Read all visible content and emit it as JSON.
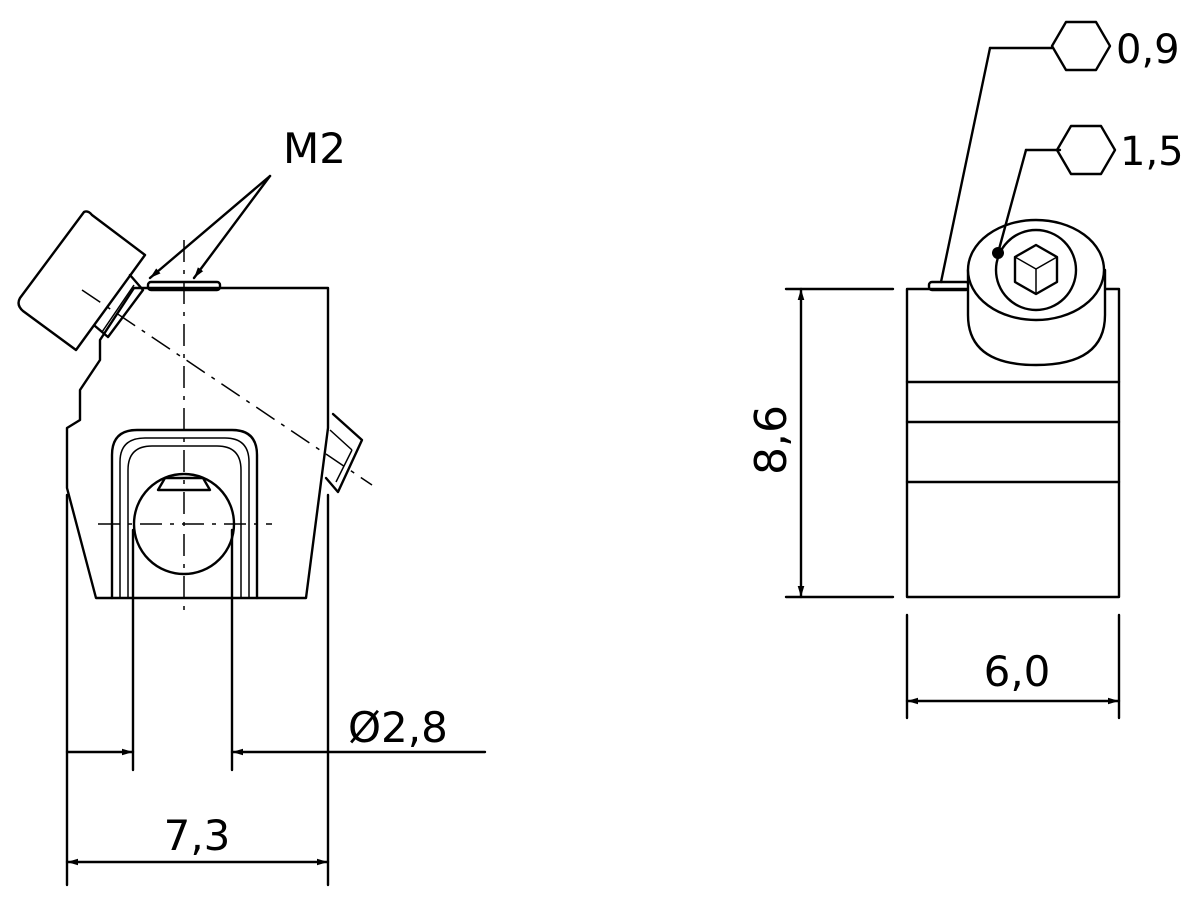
{
  "left_view": {
    "thread_label": "M2",
    "width_dim": "7,3",
    "hole_dim": "Ø2,8"
  },
  "right_view": {
    "height_dim": "8,6",
    "width_dim": "6,0",
    "hex_key_small": "0,9",
    "hex_key_large": "1,5"
  }
}
